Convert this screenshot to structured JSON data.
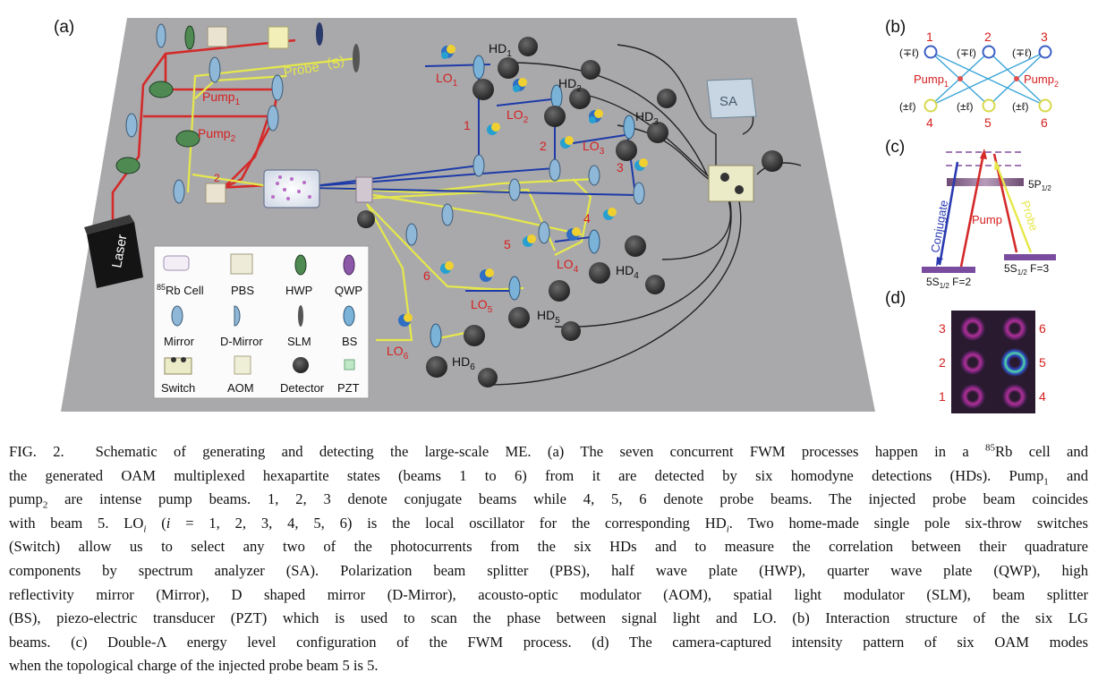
{
  "panels": {
    "a": "(a)",
    "b": "(b)",
    "c": "(c)",
    "d": "(d)"
  },
  "setup": {
    "laser": "Laser",
    "sa": "SA",
    "probe": "Probe（5）",
    "pump1": {
      "t": "Pump",
      "s": "1"
    },
    "pump2": {
      "t": "Pump",
      "s": "2"
    },
    "beam_marker": "2",
    "hd": [
      {
        "t": "HD",
        "s": "1"
      },
      {
        "t": "HD",
        "s": "2"
      },
      {
        "t": "HD",
        "s": "3"
      },
      {
        "t": "HD",
        "s": "4"
      },
      {
        "t": "HD",
        "s": "5"
      },
      {
        "t": "HD",
        "s": "6"
      }
    ],
    "lo": [
      {
        "t": "LO",
        "s": "1"
      },
      {
        "t": "LO",
        "s": "2"
      },
      {
        "t": "LO",
        "s": "3"
      },
      {
        "t": "LO",
        "s": "4"
      },
      {
        "t": "LO",
        "s": "5"
      },
      {
        "t": "LO",
        "s": "6"
      }
    ],
    "beam_numbers": [
      "1",
      "2",
      "3",
      "4",
      "5",
      "6"
    ]
  },
  "legend": {
    "rb_sup": "85",
    "rb": "Rb Cell",
    "items": [
      "PBS",
      "HWP",
      "QWP",
      "Mirror",
      "D-Mirror",
      "SLM",
      "BS",
      "Switch",
      "AOM",
      "Detector",
      "PZT"
    ]
  },
  "panel_b": {
    "top": [
      "1",
      "2",
      "3"
    ],
    "bottom": [
      "4",
      "5",
      "6"
    ],
    "top_labels": [
      "(∓ℓ)",
      "(∓ℓ)",
      "(∓ℓ)"
    ],
    "bottom_labels": [
      "(±ℓ)",
      "(±ℓ)",
      "(±ℓ)"
    ],
    "pump1": {
      "t": "Pump",
      "s": "1"
    },
    "pump2": {
      "t": "Pump",
      "s": "2"
    }
  },
  "panel_c": {
    "excited": {
      "t": "5P",
      "s": "1/2"
    },
    "g1": {
      "t": "5S",
      "s": "1/2",
      "r": " F=2"
    },
    "g2": {
      "t": "5S",
      "s": "1/2",
      "r": " F=3"
    },
    "conjugate": "Conjugate",
    "pump": "Pump",
    "probe": "Probe"
  },
  "panel_d": {
    "left": [
      "3",
      "2",
      "1"
    ],
    "right": [
      "6",
      "5",
      "4"
    ]
  },
  "colors": {
    "pump": "#d42a2a",
    "probe": "#e6e84a",
    "beam": "#1d3aa8",
    "table": "#aaaaad",
    "label_red": "#d62020",
    "node_blue": "#3d5fc4",
    "node_yellow": "#d8d84a",
    "link": "#3aa5d8"
  },
  "caption": {
    "lines": [
      [
        "FIG. 2.  Schematic of generating and detecting the large-scale ME. (a) The seven concurrent FWM processes happen in a ",
        {
          "sup": "85"
        },
        "Rb cell and"
      ],
      [
        "the generated OAM multiplexed hexapartite states (beams 1 to 6) from it are detected by six homodyne detections (HDs). Pump",
        {
          "sub": "1"
        },
        " and"
      ],
      [
        "pump",
        {
          "sub": "2"
        },
        " are intense pump beams. 1, 2, 3 denote conjugate beams while 4, 5, 6 denote probe beams. The injected probe beam coincides"
      ],
      [
        "with beam 5. LO",
        {
          "subi": "i"
        },
        " (",
        {
          "i": "i"
        },
        " = 1, 2, 3, 4, 5, 6) is the local oscillator for the corresponding HD",
        {
          "subi": "i"
        },
        ". Two home-made single pole six-throw switches"
      ],
      [
        "(Switch) allow us to select any two of the photocurrents from the six HDs and to measure the correlation between their quadrature"
      ],
      [
        "components by spectrum analyzer (SA). Polarization beam splitter (PBS), half wave plate (HWP), quarter wave plate (QWP), high"
      ],
      [
        "reflectivity mirror (Mirror), D shaped mirror (D-Mirror), acousto-optic modulator (AOM), spatial light modulator (SLM), beam splitter"
      ],
      [
        "(BS), piezo-electric transducer (PZT) which is used to scan the phase between signal light and LO. (b) Interaction structure of the six LG"
      ],
      [
        "beams. (c) Double-Λ energy level configuration of the FWM process. (d) The camera-captured intensity pattern of six OAM modes"
      ],
      [
        "when the topological charge of the injected probe beam 5 is 5."
      ]
    ]
  }
}
